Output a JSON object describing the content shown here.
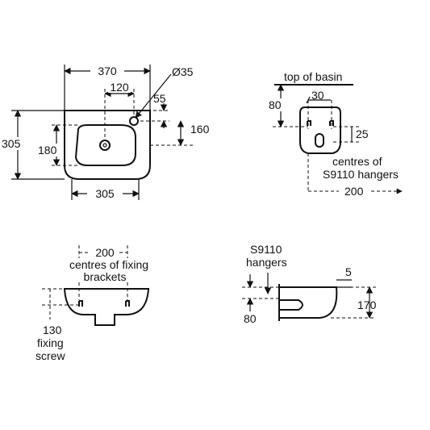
{
  "plan_view": {
    "width_370": "370",
    "diameter_35": "Ø35",
    "offset_120": "120",
    "offset_55": "55",
    "height_305": "305",
    "height_180": "180",
    "height_160": "160",
    "width_305": "305"
  },
  "rear_view": {
    "top_of_basin": "top of basin",
    "dim_30": "30",
    "dim_80": "80",
    "dim_25": "25",
    "centres_of": "centres of",
    "hanger_code": "S9110 hangers",
    "dim_200": "200"
  },
  "front_view": {
    "dim_200": "200",
    "centres_line1": "centres of fixing",
    "centres_line2": "brackets",
    "dim_130": "130",
    "fixing": "fixing",
    "screw": "screw"
  },
  "side_view": {
    "hanger_code": "S9110",
    "hangers": "hangers",
    "dim_5": "5",
    "dim_170": "170",
    "dim_80": "80"
  }
}
